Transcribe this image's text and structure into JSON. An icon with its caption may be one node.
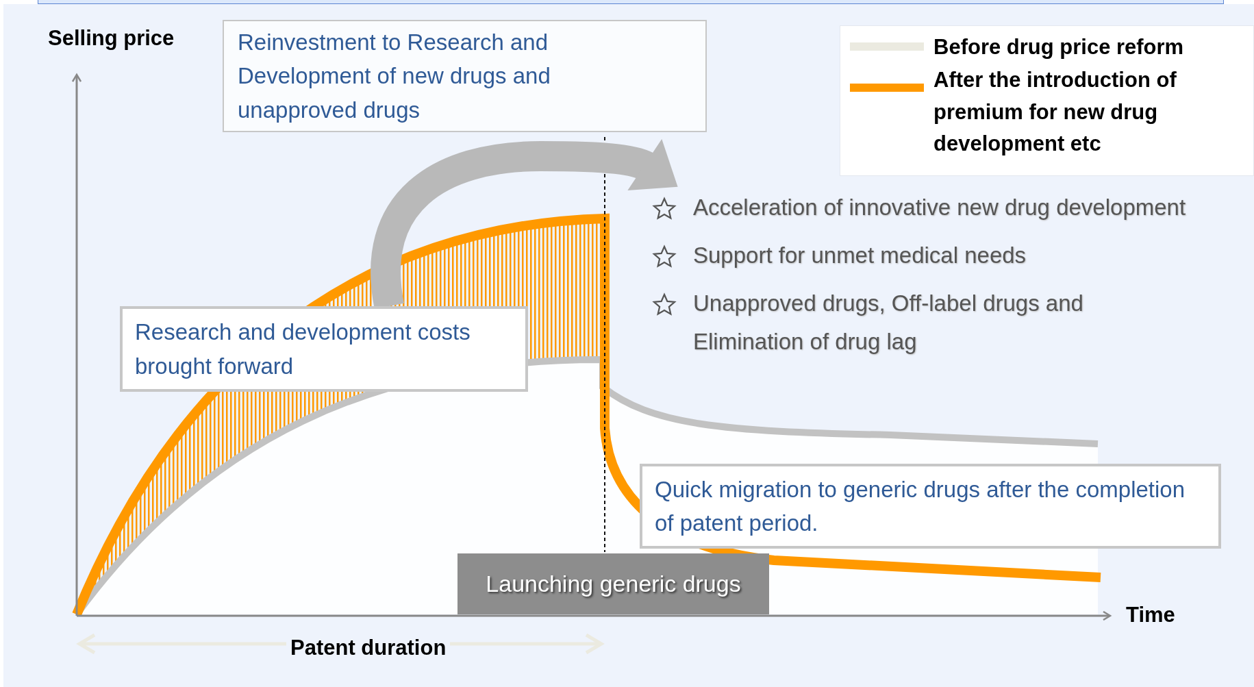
{
  "diagram": {
    "nodes": [
      {
        "text": [
          "Reinvestment to Research and Development of new drugs and unapproved drugs"
        ]
      },
      {
        "text": [
          "Research and development costs brought forward"
        ]
      },
      {
        "text": [
          "Acceleration of innovative new drug development",
          "Support for unmet medical needs",
          "Unapproved drugs, Off-label drugs and Elimination of drug lag"
        ]
      },
      {
        "text": [
          "Quick migration to generic drugs after the completion of patent period."
        ]
      },
      {
        "text": [
          "Launching generic drugs"
        ]
      }
    ],
    "edges": [
      {
        "from": 1,
        "to": 2,
        "arrow": "to"
      }
    ],
    "labels": [
      "Selling price",
      "Time",
      "Patent duration"
    ],
    "legend": [
      {
        "text": "Before drug price reform",
        "color": "#ebeae0"
      },
      {
        "text": "After the introduction of premium for new drug development etc",
        "color": "#ff9900"
      }
    ]
  }
}
